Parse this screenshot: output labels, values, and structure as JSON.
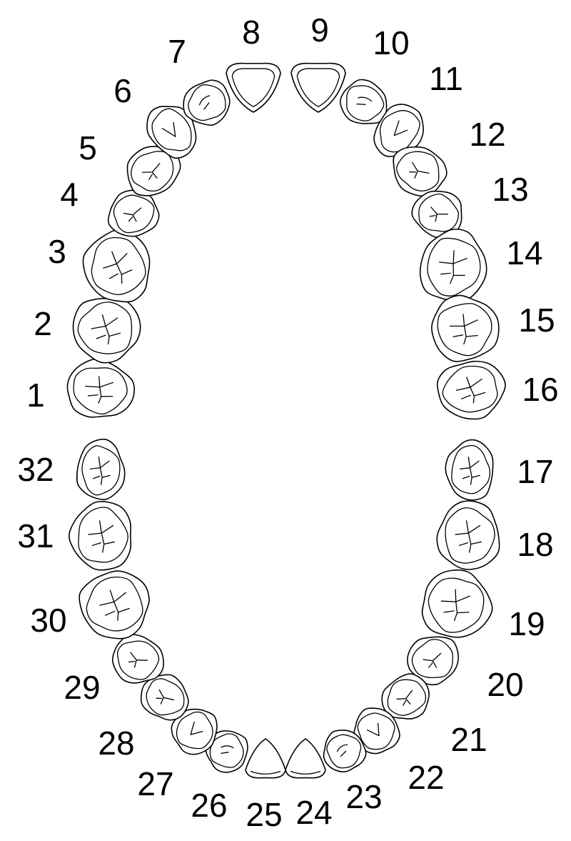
{
  "diagram": {
    "type": "dental-chart",
    "numbering_system": "universal",
    "arches": [
      {
        "name": "maxillary",
        "teeth": [
          "1",
          "2",
          "3",
          "4",
          "5",
          "6",
          "7",
          "8",
          "9",
          "10",
          "11",
          "12",
          "13",
          "14",
          "15",
          "16"
        ]
      },
      {
        "name": "mandibular",
        "teeth": [
          "17",
          "18",
          "19",
          "20",
          "21",
          "22",
          "23",
          "24",
          "25",
          "26",
          "27",
          "28",
          "29",
          "30",
          "31",
          "32"
        ]
      }
    ],
    "tooth_kinds": {
      "1": "molar",
      "2": "molar",
      "3": "molar",
      "4": "premolar",
      "5": "premolar",
      "6": "canine",
      "7": "incisor",
      "8": "incisor",
      "9": "incisor",
      "10": "incisor",
      "11": "canine",
      "12": "premolar",
      "13": "premolar",
      "14": "molar",
      "15": "molar",
      "16": "molar",
      "17": "molar",
      "18": "molar",
      "19": "molar",
      "20": "premolar",
      "21": "premolar",
      "22": "canine",
      "23": "incisor",
      "24": "incisor",
      "25": "incisor",
      "26": "incisor",
      "27": "canine",
      "28": "premolar",
      "29": "premolar",
      "30": "molar",
      "31": "molar",
      "32": "molar"
    },
    "colors": {
      "stroke": "#000000",
      "fill": "#ffffff"
    }
  }
}
